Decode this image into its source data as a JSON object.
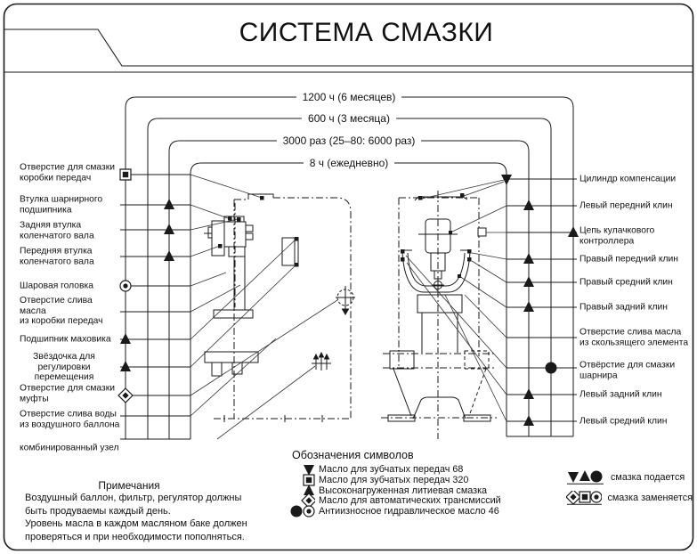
{
  "title": "СИСТЕМА СМАЗКИ",
  "intervals": [
    {
      "label": "1200 ч (6 месяцев)"
    },
    {
      "label": "600 ч (3 месяца)"
    },
    {
      "label": "3000 раз (25–80: 6000 раз)"
    },
    {
      "label": "8 ч (ежедневно)"
    }
  ],
  "left_points": [
    {
      "label": "Отверстие для смазки\nкоробки передач",
      "symbol": "square-replace",
      "col": 1
    },
    {
      "label": "Втулка шарнирного\nподшипника",
      "symbol": "triangle",
      "col": 3
    },
    {
      "label": "Задняя втулка\nколенчатого вала",
      "symbol": "triangle",
      "col": 3
    },
    {
      "label": "Передняя втулка\nколенчатого вала",
      "symbol": "triangle",
      "col": 3
    },
    {
      "label": "Шаровая головка",
      "symbol": "circle-replace",
      "col": 1
    },
    {
      "label": "Отверстие слива масла\nиз коробки передач",
      "symbol": "none",
      "col": 0
    },
    {
      "label": "Подшипник маховика",
      "symbol": "triangle",
      "col": 1
    },
    {
      "label": "Звёздочка для\nрегулировки\nперемещения",
      "symbol": "triangle",
      "col": 1
    },
    {
      "label": "Отверстие для смазки\nмуфты",
      "symbol": "diamond",
      "col": 1
    },
    {
      "label": "Отверстие слива воды\nиз воздушного баллона",
      "symbol": "none",
      "col": 0
    },
    {
      "label": "комбинированный узел",
      "symbol": "none",
      "col": 0
    }
  ],
  "right_points": [
    {
      "label": "Цилиндр компенсации",
      "symbol": "triangle-down",
      "col": 1
    },
    {
      "label": "Левый передний клин",
      "symbol": "triangle",
      "col": 2
    },
    {
      "label": "Цепь кулачкового\nконтроллера",
      "symbol": "triangle",
      "col": 4
    },
    {
      "label": "Правый передний клин",
      "symbol": "triangle",
      "col": 2
    },
    {
      "label": "Правый средний клин",
      "symbol": "triangle",
      "col": 2
    },
    {
      "label": "Правый задний клин",
      "symbol": "triangle",
      "col": 2
    },
    {
      "label": "Отверстие слива масла\nиз скользящего элемента",
      "symbol": "none",
      "col": 0
    },
    {
      "label": "Отвёрстие для смазки\nшарнира",
      "symbol": "circle-filled",
      "col": 3
    },
    {
      "label": "Левый задний клин",
      "symbol": "triangle",
      "col": 2
    },
    {
      "label": "Левый средний клин",
      "symbol": "triangle",
      "col": 2
    }
  ],
  "symbols_legend": {
    "heading": "Обозначения символов",
    "items": [
      {
        "symbol": "triangle-down",
        "label": "Масло для зубчатых передач 68"
      },
      {
        "symbol": "square-replace",
        "label": "Масло для зубчатых передач 320"
      },
      {
        "symbol": "triangle",
        "label": "Высоконагруженная литиевая смазка"
      },
      {
        "symbol": "diamond",
        "label": "Масло для автоматических трансмиссий"
      },
      {
        "symbol": "circle-pair",
        "label": "Антиизносное гидравлическое масло 46"
      }
    ]
  },
  "action_legend": {
    "rows": [
      {
        "symbols": [
          "triangle-down",
          "triangle",
          "circle-filled"
        ],
        "label": "смазка подается"
      },
      {
        "symbols": [
          "diamond",
          "square-replace",
          "circle-replace"
        ],
        "label": "смазка заменяется"
      }
    ]
  },
  "notes": {
    "heading": "Примечания",
    "lines": "Воздушный баллон, фильтр, регулятор должны\nбыть продуваемы каждый день.\nУровень масла в каждом масляном баке должен\nпроверяться и при необходимости пополняться."
  },
  "colors": {
    "ink": "#1a1a1a",
    "paper": "#ffffff"
  }
}
